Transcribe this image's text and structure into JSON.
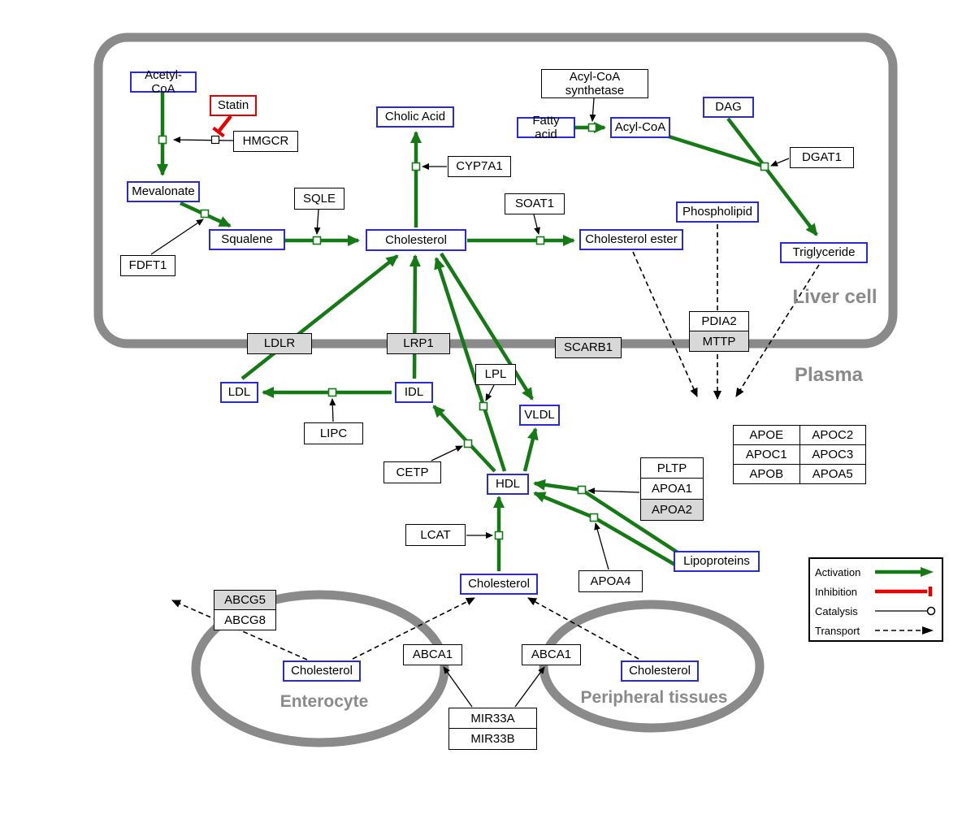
{
  "compartments": {
    "liver": "Liver cell",
    "plasma": "Plasma",
    "enterocyte": "Enterocyte",
    "peripheral": "Peripheral tissues"
  },
  "nodes": {
    "acetyl_coa": "Acetyl-CoA",
    "statin": "Statin",
    "hmgcr": "HMGCR",
    "mevalonate": "Mevalonate",
    "fdft1": "FDFT1",
    "squalene": "Squalene",
    "sqle": "SQLE",
    "cholic_acid": "Cholic Acid",
    "cyp7a1": "CYP7A1",
    "cholesterol_liver": "Cholesterol",
    "soat1": "SOAT1",
    "cholesterol_ester": "Cholesterol ester",
    "acyl_coa_synthetase": "Acyl-CoA synthetase",
    "fatty_acid": "Fatty acid",
    "acyl_coa": "Acyl-CoA",
    "dag": "DAG",
    "dgat1": "DGAT1",
    "phospholipid": "Phospholipid",
    "triglyceride": "Triglyceride",
    "pdia2": "PDIA2",
    "mttp": "MTTP",
    "ldlr": "LDLR",
    "lrp1": "LRP1",
    "scarb1": "SCARB1",
    "ldl": "LDL",
    "idl": "IDL",
    "lpl": "LPL",
    "vldl": "VLDL",
    "lipc": "LIPC",
    "cetp": "CETP",
    "hdl": "HDL",
    "apoe": "APOE",
    "apoc2": "APOC2",
    "apoc1": "APOC1",
    "apoc3": "APOC3",
    "apob": "APOB",
    "apoa5": "APOA5",
    "pltp": "PLTP",
    "apoa1": "APOA1",
    "apoa2": "APOA2",
    "lcat": "LCAT",
    "apoa4": "APOA4",
    "lipoproteins": "Lipoproteins",
    "cholesterol_plasma": "Cholesterol",
    "abcg5": "ABCG5",
    "abcg8": "ABCG8",
    "cholesterol_enterocyte": "Cholesterol",
    "abca1_enterocyte": "ABCA1",
    "abca1_peripheral": "ABCA1",
    "cholesterol_peripheral": "Cholesterol",
    "mir33a": "MIR33A",
    "mir33b": "MIR33B"
  },
  "legend": {
    "activation": "Activation",
    "inhibition": "Inhibition",
    "catalysis": "Catalysis",
    "transport": "Transport"
  },
  "colors": {
    "activation": "#157a15",
    "inhibition": "#e60000",
    "metabolite_border": "#2a2ad2",
    "compartment": "#8a8a8a"
  }
}
